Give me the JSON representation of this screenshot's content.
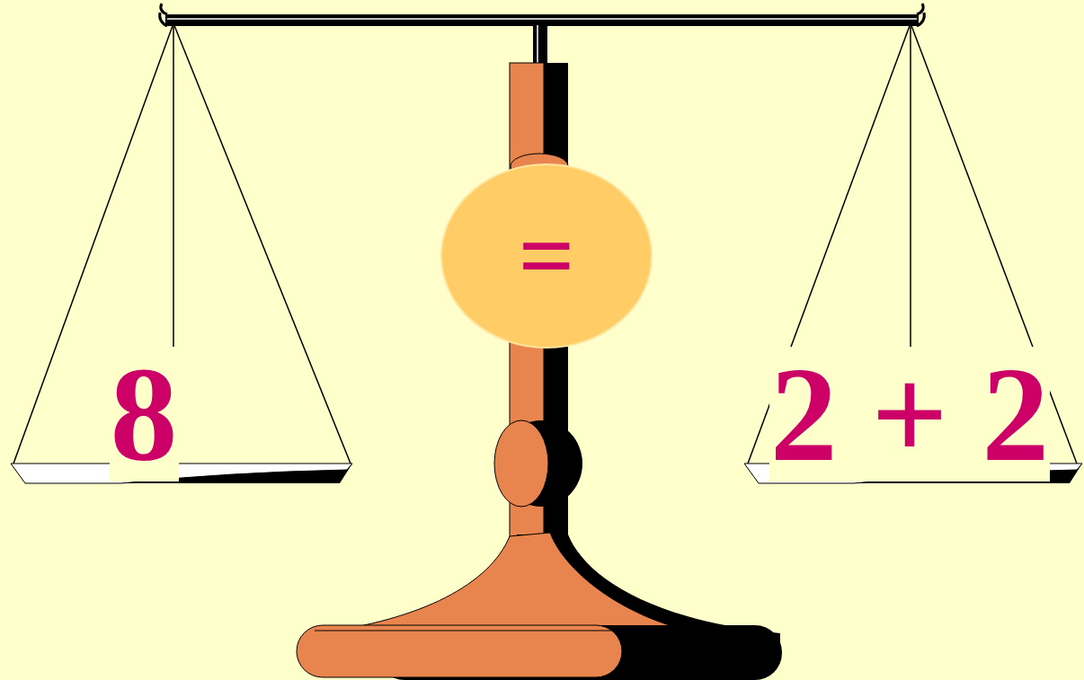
{
  "diagram": {
    "nodes": [
      {
        "text": [
          "="
        ]
      }
    ],
    "labels": [
      "8",
      "2 + 2"
    ]
  }
}
